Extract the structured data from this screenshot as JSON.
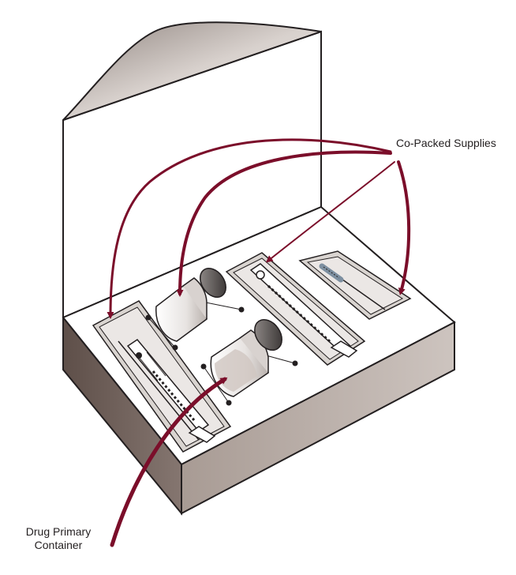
{
  "colors": {
    "outline": "#231f20",
    "arrow": "#7b0e2a",
    "box_side_front": "#6f5f58",
    "box_side_right": "#b5a9a2",
    "lid_top": "#c9c1bc",
    "insert_top": "#ffffff",
    "tray": "#d9d4d0"
  },
  "labels": {
    "co_packed": "Co-Packed Supplies",
    "drug_primary_line1": "Drug Primary",
    "drug_primary_line2": "Container"
  },
  "icons": {
    "syringe": "syringe-icon",
    "vial": "vial-icon",
    "needle": "needle-icon"
  }
}
